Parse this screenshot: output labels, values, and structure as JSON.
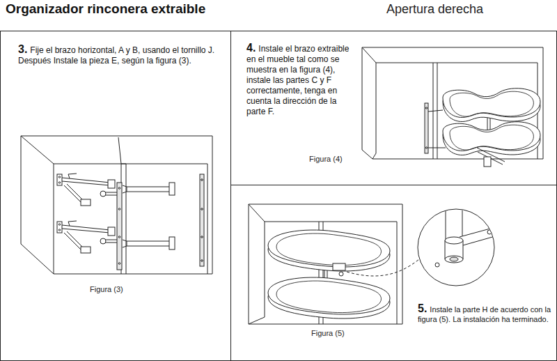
{
  "diagram": {
    "title": "Organizador rinconera extraible",
    "nodes": [
      {
        "text": [
          "3.",
          "Fije el brazo horizontal, A y B, usando el tornillo J. Después Instale la pieza E, según la figura (3).",
          "Figura (3)"
        ]
      },
      {
        "text": [
          "4.",
          "Instale el brazo extraible en el mueble tal como se muestra en la figura (4), instale las partes C y F correctamente, tenga en cuenta la dirección de la parte F.",
          "Figura (4)"
        ]
      },
      {
        "text": [
          "5.",
          "Instale la parte H de acuerdo con la figura (5). La instalación ha terminado.",
          "Figura (5)"
        ]
      }
    ],
    "labels": [
      "Apertura derecha"
    ]
  }
}
